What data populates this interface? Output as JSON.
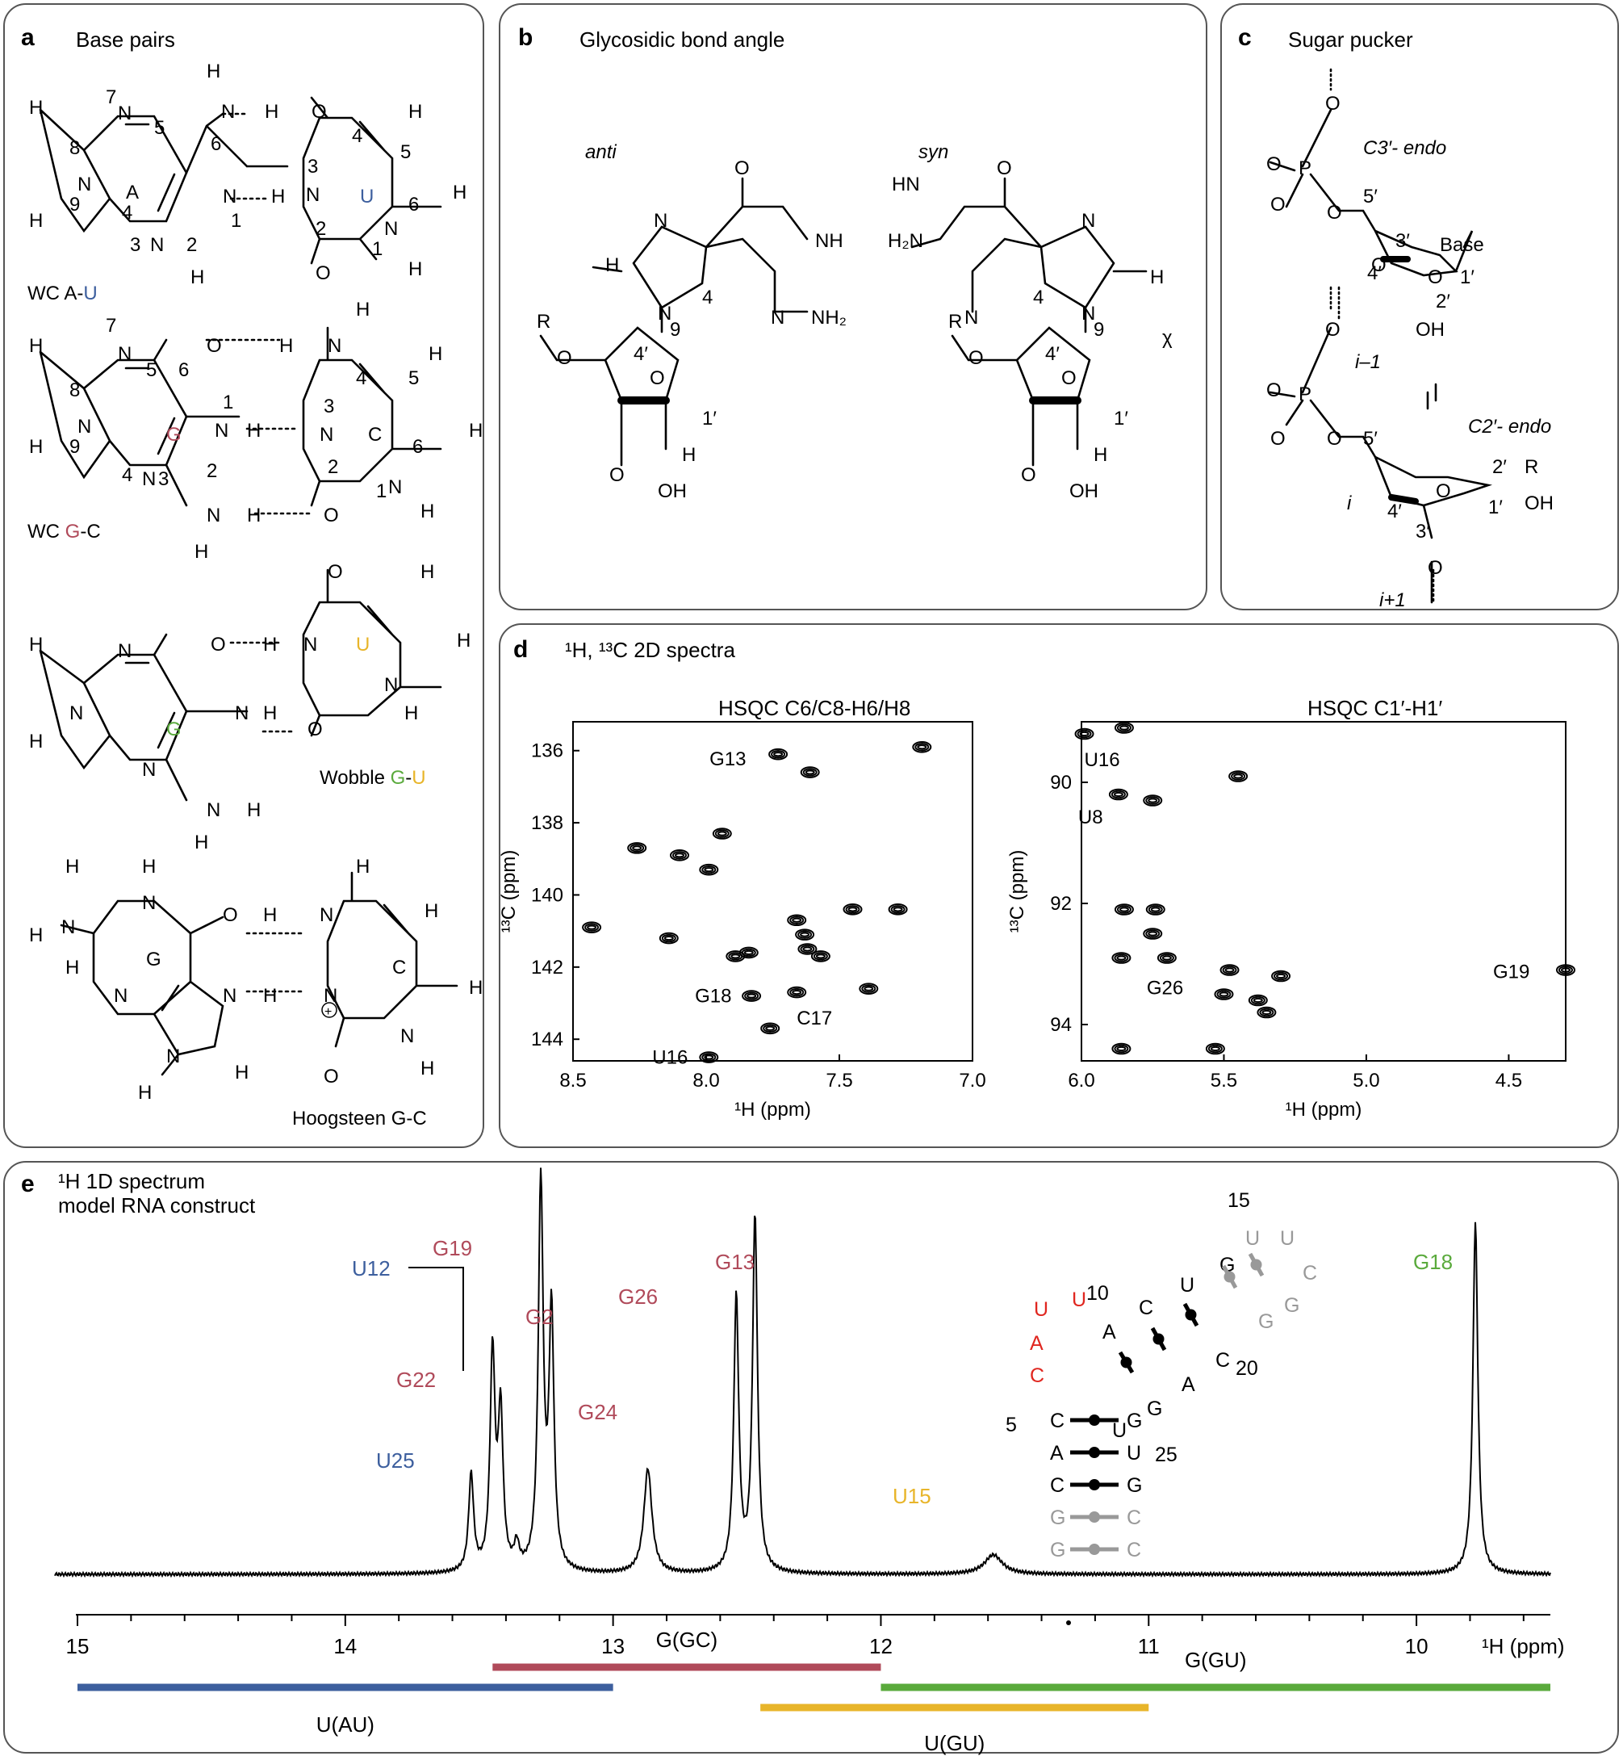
{
  "panels": {
    "a": {
      "label": "a",
      "title": "Base pairs"
    },
    "b": {
      "label": "b",
      "title": "Glycosidic bond angle"
    },
    "c": {
      "label": "c",
      "title": "Sugar pucker"
    },
    "d": {
      "label": "d",
      "title": "¹H, ¹³C 2D spectra"
    },
    "e": {
      "label": "e",
      "title_line1": "¹H 1D spectrum",
      "title_line2": "model RNA construct"
    }
  },
  "a": {
    "pair1": {
      "name_prefix": "WC A-",
      "name_suffix": "U",
      "purine_letter": "A",
      "pyrimidine_letter": "U"
    },
    "pair2": {
      "name_prefix": "WC ",
      "name_mid": "G",
      "name_suffix": "-C",
      "purine_letter": "G",
      "pyrimidine_letter": "C"
    },
    "pair3": {
      "name_prefix": "Wobble ",
      "name_g": "G",
      "name_dash": "-",
      "name_u": "U",
      "purine_letter": "G",
      "pyrimidine_letter": "U"
    },
    "pair4": {
      "name": "Hoogsteen G-C",
      "purine_letter": "G",
      "pyrimidine_letter": "C"
    }
  },
  "b": {
    "anti": "anti",
    "syn": "syn",
    "chi": "χ"
  },
  "c": {
    "c3endo": "C3′- endo",
    "c2endo": "C2′-  endo",
    "im1": "i–1",
    "i": "i",
    "ip1": "i+1",
    "base": "Base",
    "oh": "OH"
  },
  "d": {
    "left": {
      "title": "HSQC C6/C8-H6/H8",
      "xlabel": "¹H (ppm)",
      "ylabel": "¹³C (ppm)"
    },
    "right": {
      "title": "HSQC C1′-H1′",
      "xlabel": "¹H (ppm)",
      "ylabel": "¹³C (ppm)"
    }
  },
  "e": {
    "xlabel": "¹H (ppm)",
    "peak_labels": {
      "G19": "G19",
      "U12": "U12",
      "G2": "G2",
      "G22": "G22",
      "U25": "U25",
      "G24": "G24",
      "G26": "G26",
      "G13": "G13",
      "U15": "U15",
      "G18": "G18"
    },
    "bars": {
      "UAU": "U(AU)",
      "GGC": "G(GC)",
      "UGU": "U(GU)",
      "GGU": "G(GU)"
    },
    "hairpin_numbers": {
      "n15": "15",
      "n10": "10",
      "n20": "20",
      "n5": "5",
      "n25": "25"
    }
  },
  "colors": {
    "blue": "#3d5f9e",
    "red": "#b04a5a",
    "green": "#5aaa3c",
    "yellow": "#e8b52a",
    "gray": "#999999",
    "hairpin_red": "#e0261f"
  },
  "chart_data": [
    {
      "type": "scatter",
      "title": "HSQC C6/C8-H6/H8",
      "xlabel": "¹H (ppm)",
      "ylabel": "¹³C (ppm)",
      "xlim": [
        8.5,
        7.0
      ],
      "ylim": [
        144.6,
        135.2
      ],
      "xticks": [
        8.5,
        8.0,
        7.5,
        7.0
      ],
      "yticks": [
        136,
        138,
        140,
        142,
        144
      ],
      "points": [
        {
          "x": 7.73,
          "y": 136.1,
          "label": "G13"
        },
        {
          "x": 7.19,
          "y": 135.9
        },
        {
          "x": 7.61,
          "y": 136.6
        },
        {
          "x": 8.26,
          "y": 138.7
        },
        {
          "x": 8.1,
          "y": 138.9
        },
        {
          "x": 7.94,
          "y": 138.3
        },
        {
          "x": 7.99,
          "y": 139.3
        },
        {
          "x": 8.43,
          "y": 140.9
        },
        {
          "x": 8.14,
          "y": 141.2
        },
        {
          "x": 7.45,
          "y": 140.4
        },
        {
          "x": 7.28,
          "y": 140.4
        },
        {
          "x": 7.66,
          "y": 140.7
        },
        {
          "x": 7.63,
          "y": 141.1
        },
        {
          "x": 7.62,
          "y": 141.5
        },
        {
          "x": 7.57,
          "y": 141.7
        },
        {
          "x": 7.89,
          "y": 141.7
        },
        {
          "x": 7.84,
          "y": 141.6
        },
        {
          "x": 7.83,
          "y": 142.8,
          "label": "G18"
        },
        {
          "x": 7.66,
          "y": 142.7,
          "label": "C17"
        },
        {
          "x": 7.39,
          "y": 142.6
        },
        {
          "x": 7.76,
          "y": 143.7
        },
        {
          "x": 7.99,
          "y": 144.5,
          "label": "U16"
        }
      ]
    },
    {
      "type": "scatter",
      "title": "HSQC C1′-H1′",
      "xlabel": "¹H (ppm)",
      "ylabel": "¹³C (ppm)",
      "xlim": [
        6.0,
        4.3
      ],
      "ylim": [
        94.6,
        89.0
      ],
      "xticks": [
        6.0,
        5.5,
        5.0,
        4.5
      ],
      "yticks": [
        90,
        92,
        94
      ],
      "points": [
        {
          "x": 5.99,
          "y": 89.2,
          "label": "U16"
        },
        {
          "x": 5.85,
          "y": 89.1
        },
        {
          "x": 5.45,
          "y": 89.9
        },
        {
          "x": 5.87,
          "y": 90.2,
          "label": "U8"
        },
        {
          "x": 5.75,
          "y": 90.3
        },
        {
          "x": 5.85,
          "y": 92.1
        },
        {
          "x": 5.74,
          "y": 92.1
        },
        {
          "x": 5.75,
          "y": 92.5
        },
        {
          "x": 5.86,
          "y": 92.9
        },
        {
          "x": 5.7,
          "y": 92.9,
          "label": "G26"
        },
        {
          "x": 5.48,
          "y": 93.1
        },
        {
          "x": 5.3,
          "y": 93.2
        },
        {
          "x": 5.5,
          "y": 93.5
        },
        {
          "x": 5.38,
          "y": 93.6
        },
        {
          "x": 5.35,
          "y": 93.8
        },
        {
          "x": 5.86,
          "y": 94.4
        },
        {
          "x": 5.53,
          "y": 94.4
        },
        {
          "x": 4.3,
          "y": 93.1,
          "label": "G19"
        }
      ]
    },
    {
      "type": "line",
      "title": "¹H 1D spectrum model RNA construct",
      "xlabel": "¹H (ppm)",
      "xlim": [
        15.0,
        9.5
      ],
      "xticks": [
        15,
        14,
        13,
        12,
        11,
        10
      ],
      "peaks": [
        {
          "label": "U25",
          "ppm": 13.53,
          "height": 0.25
        },
        {
          "label": "G22",
          "ppm": 13.45,
          "height": 0.56
        },
        {
          "ppm": 13.42,
          "height": 0.4
        },
        {
          "ppm": 13.36,
          "height": 0.06
        },
        {
          "label": "G19",
          "ppm": 13.27,
          "height": 1.0
        },
        {
          "label": "G2",
          "ppm": 13.23,
          "height": 0.66
        },
        {
          "label": "G24",
          "ppm": 12.87,
          "height": 0.27
        },
        {
          "label": "G26",
          "ppm": 12.54,
          "height": 0.71
        },
        {
          "label": "G13",
          "ppm": 12.47,
          "height": 0.92
        },
        {
          "label": "U15",
          "ppm": 11.58,
          "height": 0.05
        },
        {
          "label": "G18",
          "ppm": 9.78,
          "height": 0.91
        }
      ],
      "ranges": [
        {
          "label": "U(AU)",
          "from": 15.0,
          "to": 13.0
        },
        {
          "label": "G(GC)",
          "from": 13.45,
          "to": 12.0
        },
        {
          "label": "U(GU)",
          "from": 12.45,
          "to": 11.0
        },
        {
          "label": "G(GU)",
          "from": 12.0,
          "to": 9.5
        }
      ]
    }
  ]
}
